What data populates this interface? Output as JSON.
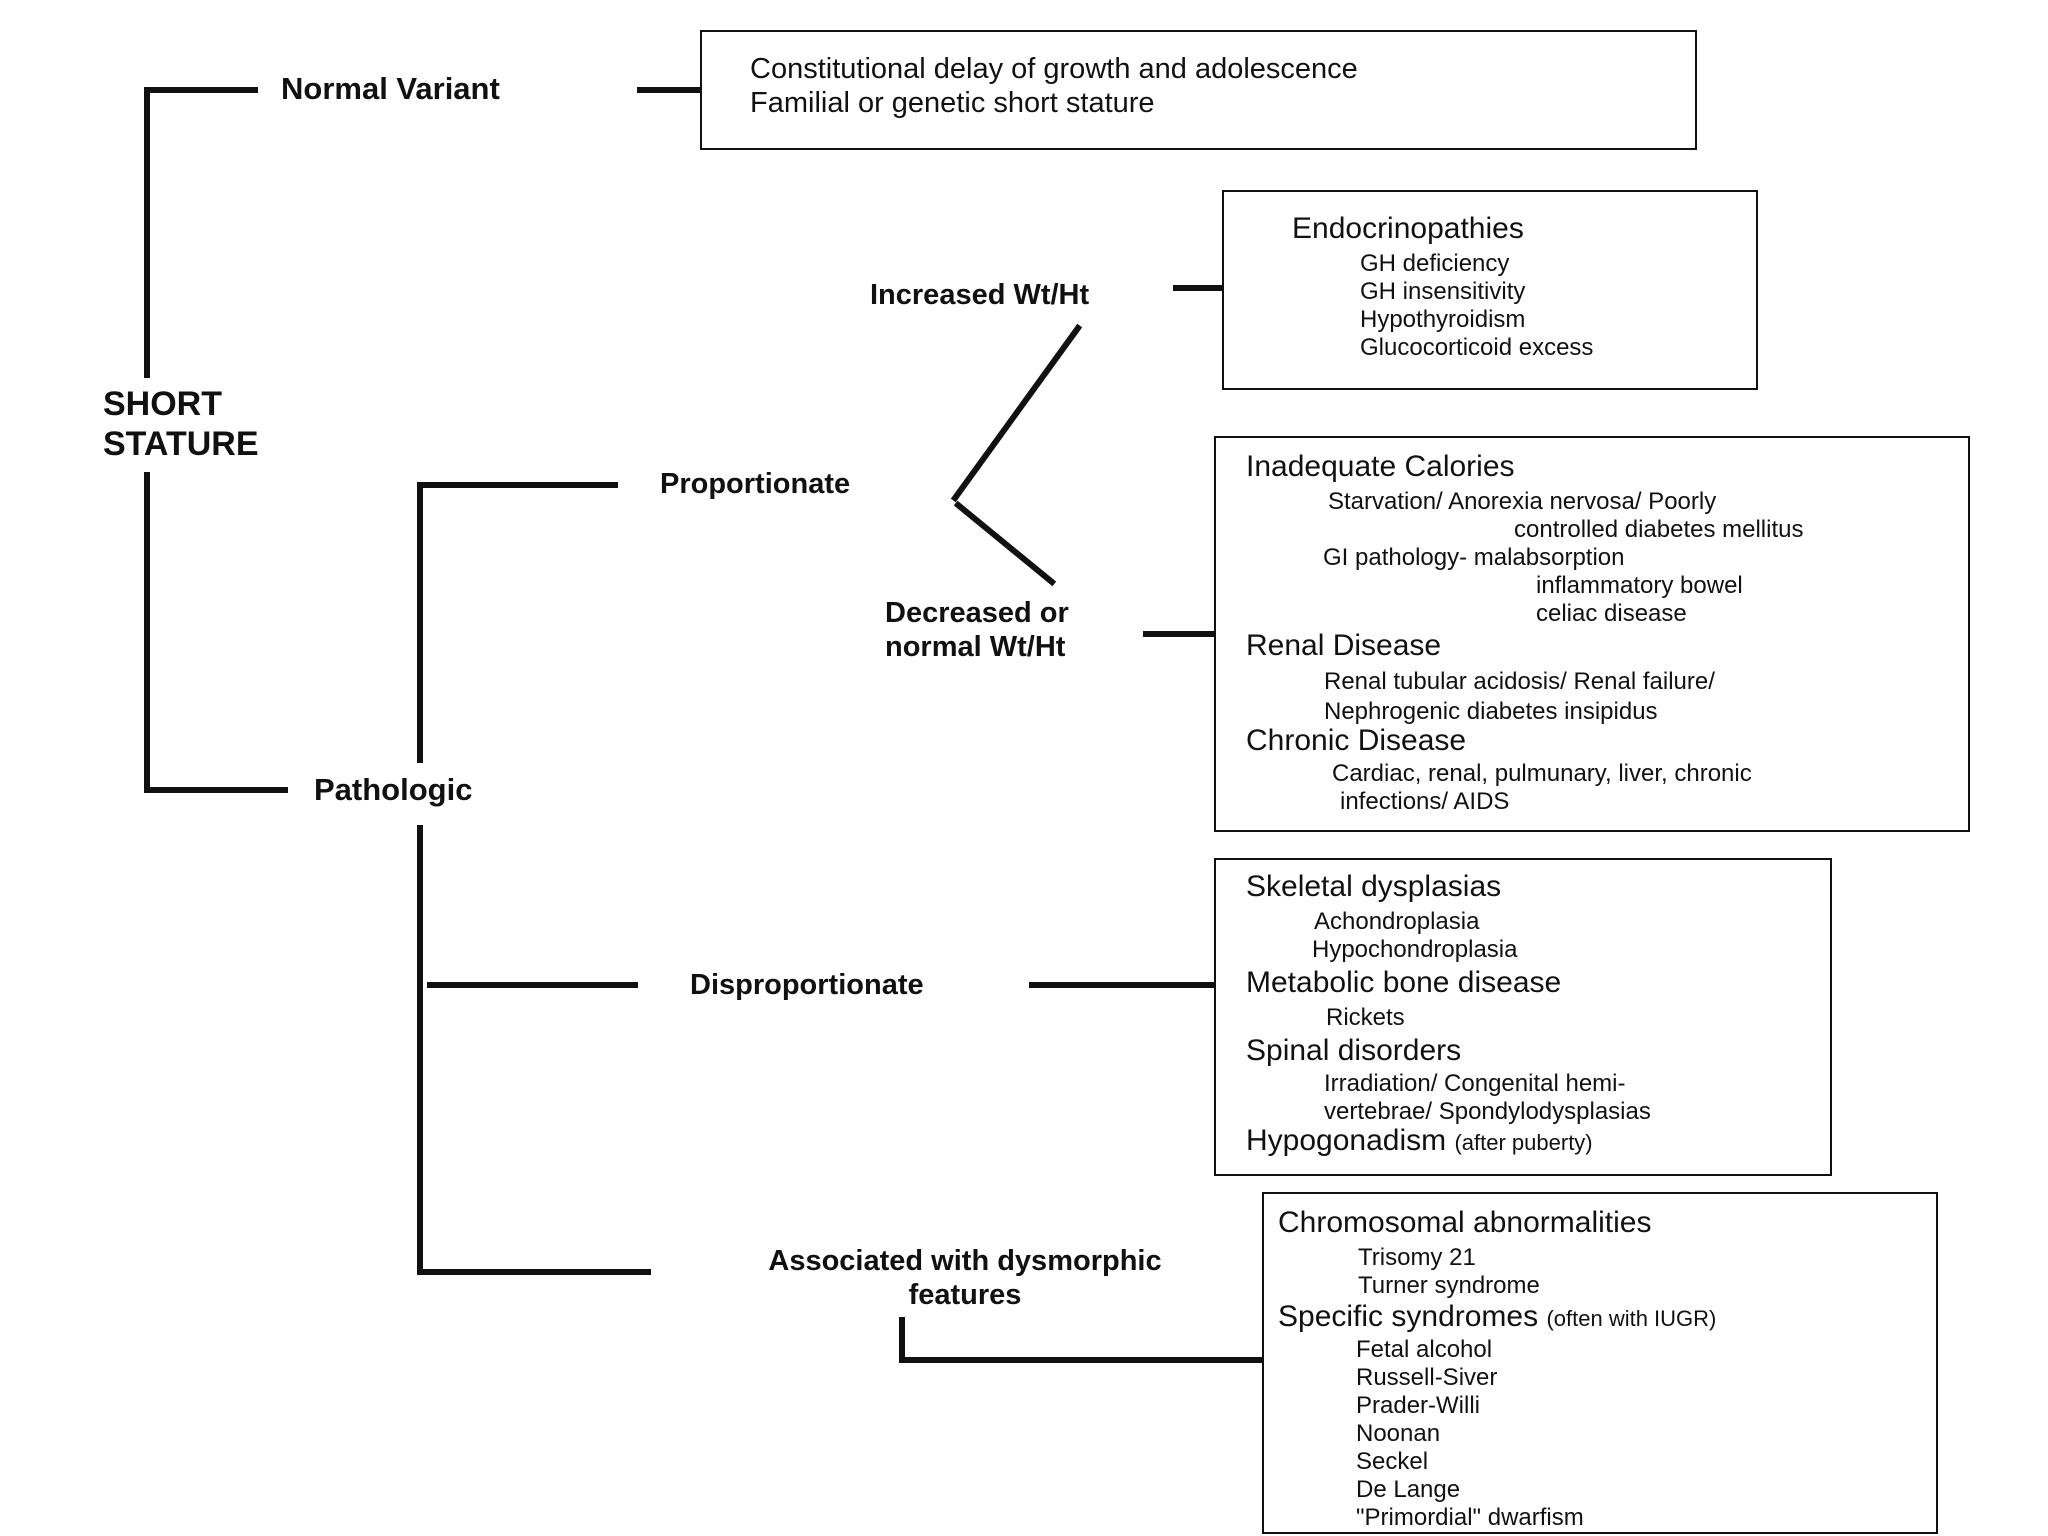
{
  "root": {
    "line1": "SHORT",
    "line2": "STATURE"
  },
  "nodes": {
    "normal_variant": "Normal Variant",
    "pathologic": "Pathologic",
    "proportionate": "Proportionate",
    "increased": "Increased Wt/Ht",
    "decreased_line1": "Decreased or",
    "decreased_line2": "normal Wt/Ht",
    "disproportionate": "Disproportionate",
    "dysmorphic_line1": "Associated with dysmorphic",
    "dysmorphic_line2": "features"
  },
  "boxes": {
    "normal": {
      "lines": [
        "Constitutional delay of growth and adolescence",
        "Familial or genetic short stature"
      ]
    },
    "endocrine": {
      "heading": "Endocrinopathies",
      "items": [
        "GH deficiency",
        "GH insensitivity",
        "Hypothyroidism",
        "Glucocorticoid excess"
      ]
    },
    "decreased": {
      "inadequate": "Inadequate Calories",
      "inadequate_items": [
        "Starvation/ Anorexia nervosa/ Poorly",
        "controlled diabetes mellitus",
        "GI pathology- malabsorption",
        "inflammatory bowel",
        "celiac disease"
      ],
      "renal": "Renal Disease",
      "renal_items": [
        "Renal tubular acidosis/ Renal failure/",
        "Nephrogenic diabetes insipidus"
      ],
      "chronic": "Chronic Disease",
      "chronic_items": [
        "Cardiac, renal, pulmunary, liver, chronic",
        "infections/ AIDS"
      ]
    },
    "dispro": {
      "skeletal": "Skeletal dysplasias",
      "skeletal_items": [
        "Achondroplasia",
        "Hypochondroplasia"
      ],
      "metabolic": "Metabolic bone disease",
      "metabolic_items": [
        "Rickets"
      ],
      "spinal": "Spinal disorders",
      "spinal_items": [
        "Irradiation/ Congenital hemi-",
        "vertebrae/ Spondylodysplasias"
      ],
      "hypogonadism": "Hypogonadism",
      "hypogonadism_note": "(after puberty)"
    },
    "dysmorphic": {
      "chromosomal": "Chromosomal abnormalities",
      "chromosomal_items": [
        "Trisomy 21",
        "Turner syndrome"
      ],
      "specific": "Specific syndromes",
      "specific_note": "(often with IUGR)",
      "specific_items": [
        "Fetal alcohol",
        "Russell-Siver",
        "Prader-Willi",
        "Noonan",
        "Seckel",
        "De Lange",
        "\"Primordial\" dwarfism"
      ]
    }
  }
}
